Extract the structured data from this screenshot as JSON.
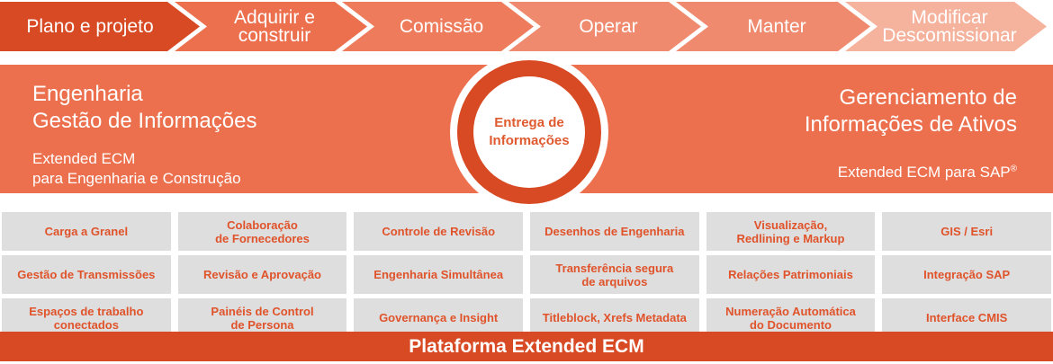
{
  "phases": [
    {
      "label": "Plano e projeto",
      "color": "#d84a24"
    },
    {
      "label": "Adquirir e\nconstruir",
      "color": "#ec704d"
    },
    {
      "label": "Comissão",
      "color": "#ee7c5c"
    },
    {
      "label": "Operar",
      "color": "#f08a6e"
    },
    {
      "label": "Manter",
      "color": "#f08a6e"
    },
    {
      "label": "Modificar\nDescomissionar",
      "color": "#f5b29c"
    }
  ],
  "left": {
    "title_line1": "Engenharia",
    "title_line2": "Gestão de Informações",
    "sub_line1": "Extended ECM",
    "sub_line2": "para Engenharia e Construção"
  },
  "right": {
    "title_line1": "Gerenciamento de",
    "title_line2": "Informações de Ativos",
    "sub": "Extended ECM para SAP",
    "sub_mark": "®"
  },
  "center": {
    "line1": "Entrega de",
    "line2": "Informações"
  },
  "grid": [
    "Carga a Granel",
    "Colaboração\nde Fornecedores",
    "Controle de Revisão",
    "Desenhos de Engenharia",
    "Visualização,\nRedlining e Markup",
    "GIS / Esri",
    "Gestão de Transmissões",
    "Revisão e Aprovação",
    "Engenharia Simultânea",
    "Transferência segura\nde arquivos",
    "Relações Patrimoniais",
    "Integração SAP",
    "Espaços de trabalho\nconectados",
    "Painéis de Control\nde Persona",
    "Governança e Insight",
    "Titleblock, Xrefs Metadata",
    "Numeração Automática\ndo Documento",
    "Interface CMIS"
  ],
  "platform": "Plataforma Extended ECM"
}
